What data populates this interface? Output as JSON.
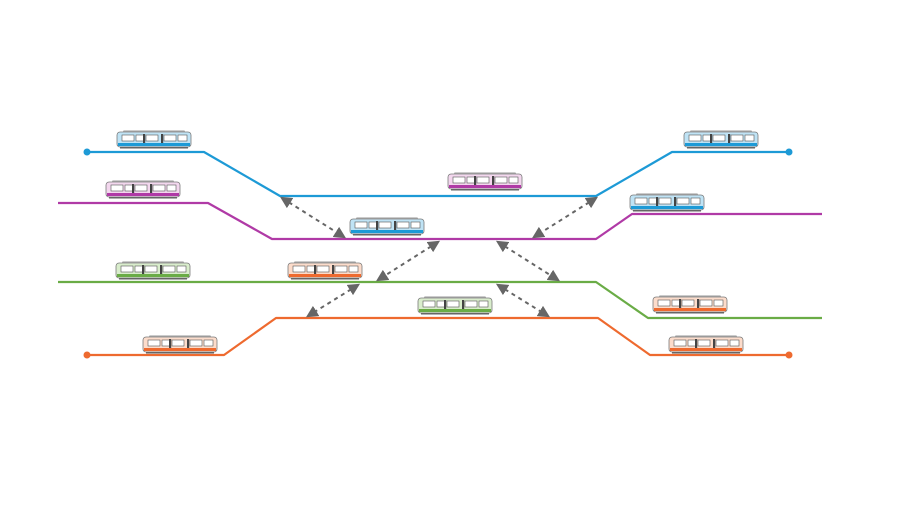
{
  "colors": {
    "background": "#ffffff",
    "line_blue": "#1d9ad6",
    "line_purple": "#b03aa6",
    "line_green": "#6aac46",
    "line_orange": "#ee6a2f",
    "transfer_arrow": "#666666",
    "train_blue_body": "#bfe3f5",
    "train_purple_body": "#f3d7ee",
    "train_green_body": "#d9edcc",
    "train_orange_body": "#fcdccb"
  },
  "lines": [
    {
      "id": "blue",
      "color": "#1d9ad6",
      "terminal_dots": true
    },
    {
      "id": "purple",
      "color": "#b03aa6",
      "terminal_dots": false
    },
    {
      "id": "green",
      "color": "#6aac46",
      "terminal_dots": false
    },
    {
      "id": "orange",
      "color": "#ee6a2f",
      "terminal_dots": true
    }
  ],
  "trains": [
    {
      "id": "train-blue-left",
      "line": "blue"
    },
    {
      "id": "train-purple-center",
      "line": "purple"
    },
    {
      "id": "train-blue-right",
      "line": "blue"
    },
    {
      "id": "train-purple-left",
      "line": "purple"
    },
    {
      "id": "train-blue-center",
      "line": "blue"
    },
    {
      "id": "train-blue-right-lower",
      "line": "blue"
    },
    {
      "id": "train-green-left",
      "line": "green"
    },
    {
      "id": "train-orange-center",
      "line": "orange"
    },
    {
      "id": "train-green-center",
      "line": "green"
    },
    {
      "id": "train-orange-right-upper",
      "line": "orange"
    },
    {
      "id": "train-orange-left",
      "line": "orange"
    },
    {
      "id": "train-orange-right",
      "line": "orange"
    }
  ],
  "transfers": [
    {
      "id": "blue-to-purple-left",
      "style": "dashed",
      "direction": "both"
    },
    {
      "id": "purple-to-blue-right",
      "style": "dashed",
      "direction": "both"
    },
    {
      "id": "purple-to-green-left",
      "style": "dashed",
      "direction": "both"
    },
    {
      "id": "purple-to-green-right",
      "style": "dashed",
      "direction": "both"
    },
    {
      "id": "green-to-orange-left",
      "style": "dashed",
      "direction": "both"
    },
    {
      "id": "green-to-orange-right",
      "style": "dashed",
      "direction": "both"
    }
  ]
}
